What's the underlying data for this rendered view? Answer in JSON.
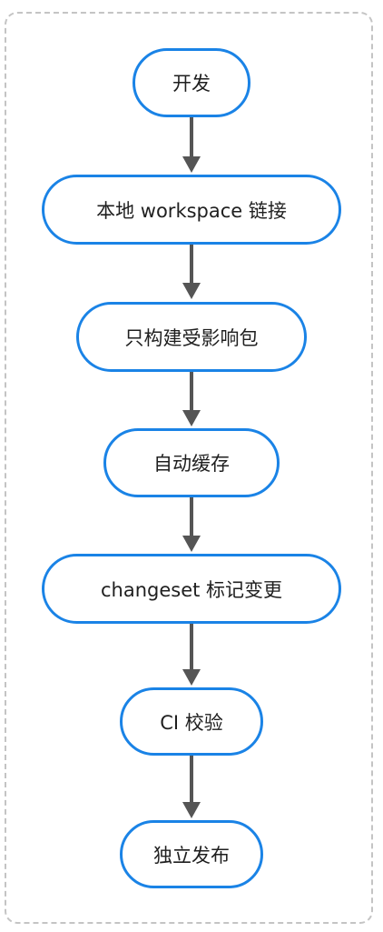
{
  "nodes": [
    {
      "id": "n1",
      "label": "开发"
    },
    {
      "id": "n2",
      "label": "本地 workspace 链接"
    },
    {
      "id": "n3",
      "label": "只构建受影响包"
    },
    {
      "id": "n4",
      "label": "自动缓存"
    },
    {
      "id": "n5",
      "label": "changeset 标记变更"
    },
    {
      "id": "n6",
      "label": "CI 校验"
    },
    {
      "id": "n7",
      "label": "独立发布"
    }
  ],
  "edges": [
    {
      "from": "n1",
      "to": "n2"
    },
    {
      "from": "n2",
      "to": "n3"
    },
    {
      "from": "n3",
      "to": "n4"
    },
    {
      "from": "n4",
      "to": "n5"
    },
    {
      "from": "n5",
      "to": "n6"
    },
    {
      "from": "n6",
      "to": "n7"
    }
  ],
  "colors": {
    "node_border": "#1a83e6",
    "arrow": "#555555",
    "frame": "#c4c4c4"
  }
}
